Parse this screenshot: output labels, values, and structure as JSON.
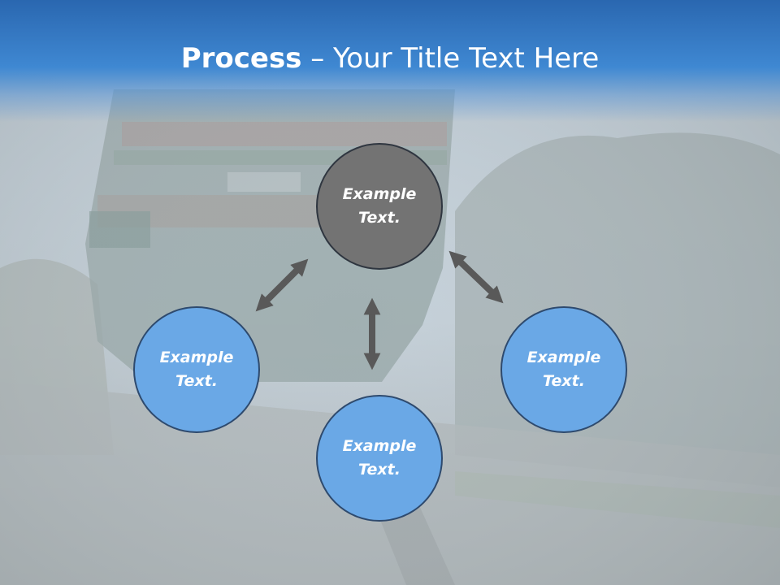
{
  "title": {
    "bold": "Process",
    "rest": " – Your Title Text Here"
  },
  "nodes": {
    "center": "Example\nText.",
    "left": "Example\nText.",
    "bottom": "Example\nText.",
    "right": "Example\nText."
  },
  "colors": {
    "header": "#2a67b0",
    "center_node": "#737373",
    "outer_node": "#6aa8e6",
    "arrow": "#595959"
  }
}
